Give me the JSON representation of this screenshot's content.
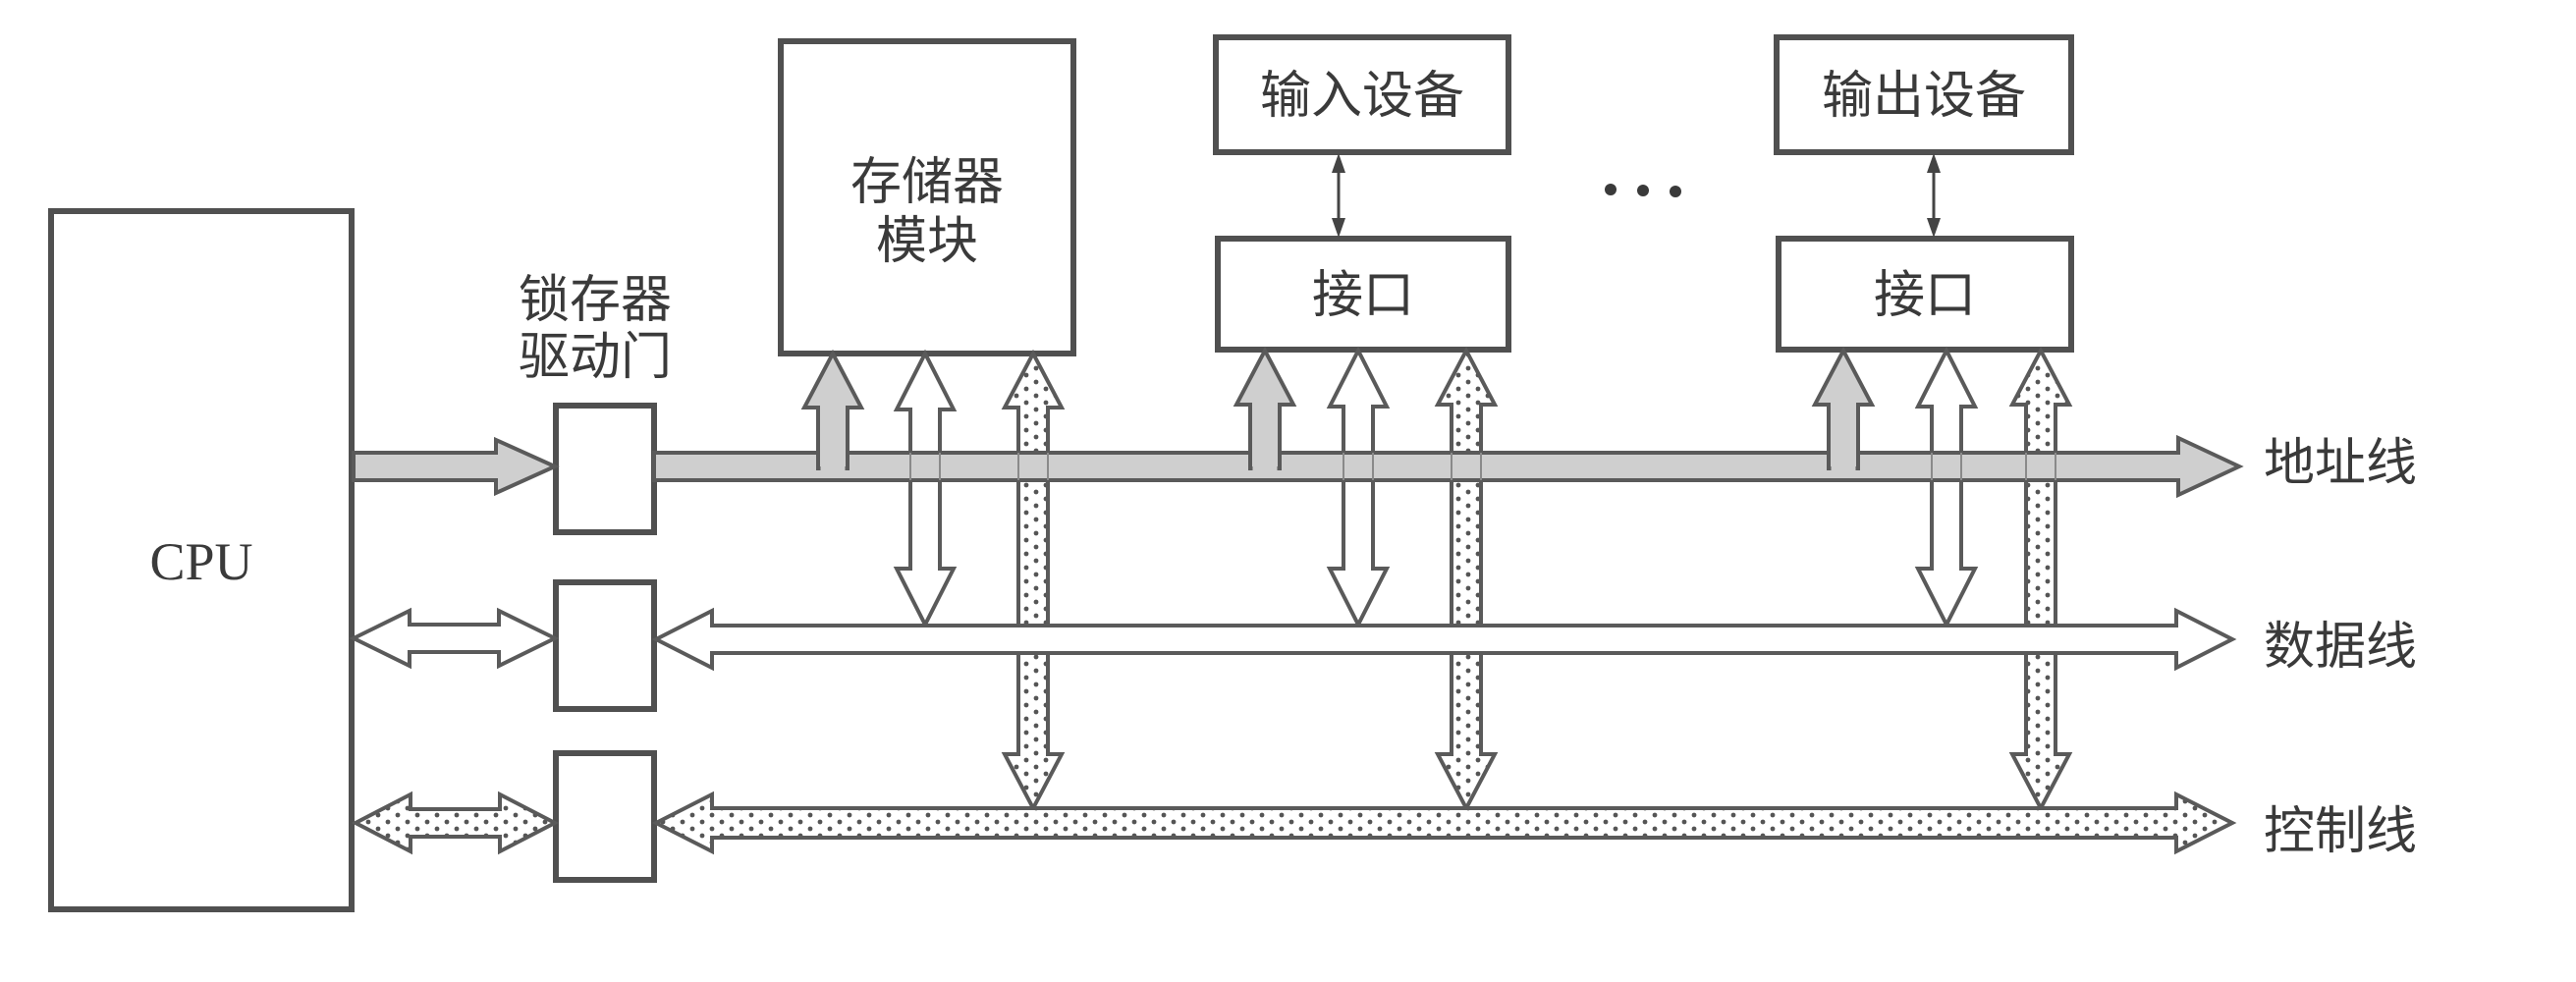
{
  "diagram": {
    "title": "CPU bus structure: address, data and control lines",
    "cpu": {
      "label": "CPU"
    },
    "latch": {
      "label_line1": "锁存器",
      "label_line2": "驱动门"
    },
    "memory": {
      "label_line1": "存储器",
      "label_line2": "模块"
    },
    "input_device": {
      "label": "输入设备"
    },
    "output_device": {
      "label": "输出设备"
    },
    "interfaces": [
      {
        "label": "接口",
        "device": "输入设备"
      },
      {
        "label": "接口",
        "device": "输出设备"
      }
    ],
    "ellipsis": "• • •",
    "buses": [
      {
        "id": "address",
        "label": "地址线",
        "style": "gray-fill",
        "direction": "CPU → devices (one-way)"
      },
      {
        "id": "data",
        "label": "数据线",
        "style": "white-fill",
        "direction": "bidirectional"
      },
      {
        "id": "control",
        "label": "控制线",
        "style": "dotted-fill",
        "direction": "bidirectional"
      }
    ],
    "colors": {
      "line": "#5a5a5a",
      "address_fill": "#cfcfcf",
      "data_fill": "#ffffff",
      "text": "#3a3a3a"
    }
  }
}
